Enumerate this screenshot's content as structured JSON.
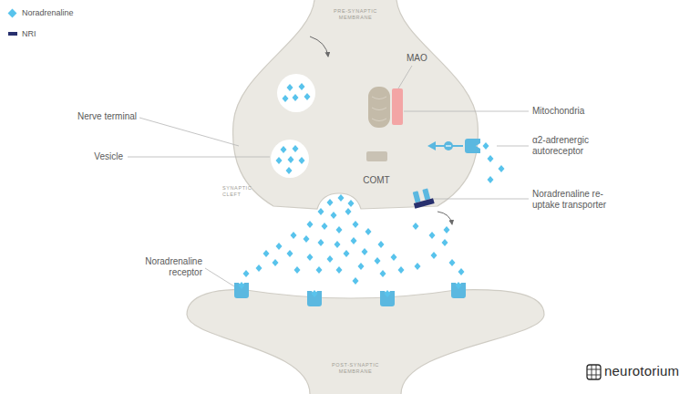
{
  "diagram": {
    "nodes": [
      {
        "text": [
          "PRE-SYNAPTIC MEMBRANE"
        ]
      },
      {
        "text": [
          "POST-SYNAPTIC MEMBRANE"
        ]
      }
    ],
    "labels": [
      "Nerve terminal",
      "Vesicle",
      "Noradrenaline receptor",
      "MAO",
      "Mitochondria",
      "COMT",
      "α2-adrenergic autoreceptor",
      "Noradrenaline re-uptake transporter",
      "SYNAPTIC CLEFT",
      "neurotorium"
    ],
    "legend": [
      {
        "text": "Noradrenaline",
        "color": "#58c3ec"
      },
      {
        "text": "NRI",
        "color": "#28306e"
      }
    ]
  }
}
